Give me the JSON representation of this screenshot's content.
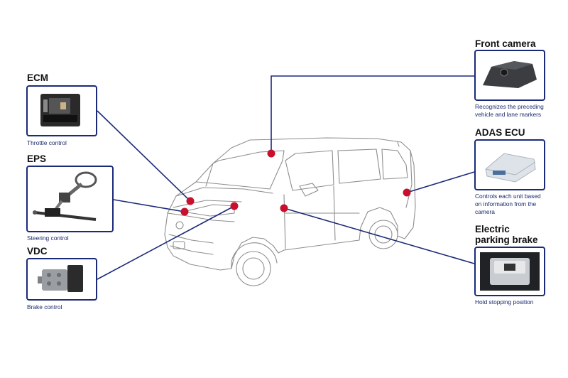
{
  "components": [
    {
      "id": "ecm",
      "title": "ECM",
      "caption": [
        "Throttle control"
      ]
    },
    {
      "id": "eps",
      "title": "EPS",
      "caption": [
        "Steering control"
      ]
    },
    {
      "id": "vdc",
      "title": "VDC",
      "caption": [
        "Brake control"
      ]
    },
    {
      "id": "front_camera",
      "title": "Front camera",
      "caption": [
        "Recognizes the preceding",
        "vehicle and lane markers"
      ]
    },
    {
      "id": "adas_ecu",
      "title": "ADAS ECU",
      "caption": [
        "Controls each unit based",
        "on information from the",
        "camera"
      ]
    },
    {
      "id": "epb",
      "title": [
        "Electric",
        "parking brake"
      ],
      "caption": [
        "Hold stopping position"
      ]
    }
  ],
  "colors": {
    "line": "#1b2a78",
    "dot": "#c8102e",
    "vehicle_outline": "#9a9a9a"
  }
}
